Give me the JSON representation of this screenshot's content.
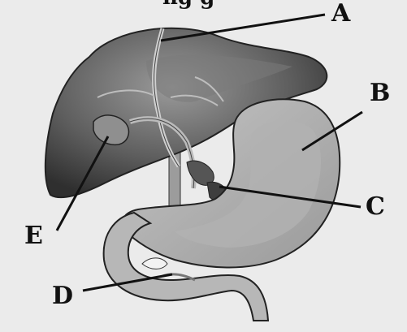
{
  "diagram": {
    "top_text": "ng  g",
    "labels": {
      "a": "A",
      "b": "B",
      "c": "C",
      "d": "D",
      "e": "E"
    }
  }
}
